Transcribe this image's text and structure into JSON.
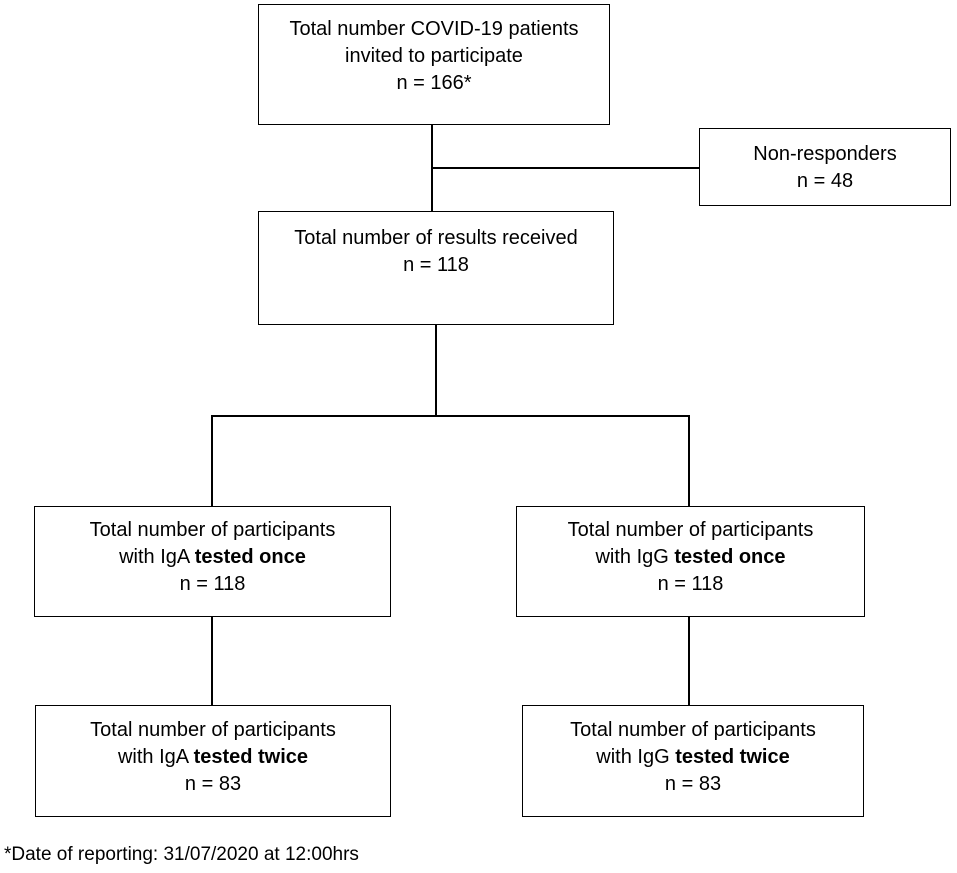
{
  "boxes": {
    "invited": {
      "line1": "Total number COVID-19 patients",
      "line2": "invited to participate",
      "count": "n = 166*"
    },
    "non_responders": {
      "line1": "Non-responders",
      "count": "n = 48"
    },
    "received": {
      "line1": "Total number of results received",
      "count": "n = 118"
    },
    "iga_once": {
      "line1": "Total number of participants",
      "line2_prefix": "with IgA",
      "line2_bold": "tested once",
      "count": "n = 118"
    },
    "igg_once": {
      "line1": "Total number of participants",
      "line2_prefix": "with IgG",
      "line2_bold": "tested once",
      "count": "n = 118"
    },
    "iga_twice": {
      "line1": "Total number of participants",
      "line2_prefix": "with IgA",
      "line2_bold": "tested twice",
      "count": "n = 83"
    },
    "igg_twice": {
      "line1": "Total number of participants",
      "line2_prefix": "with IgG",
      "line2_bold": "tested twice",
      "count": "n = 83"
    }
  },
  "footnote": "*Date of reporting: 31/07/2020 at 12:00hrs"
}
